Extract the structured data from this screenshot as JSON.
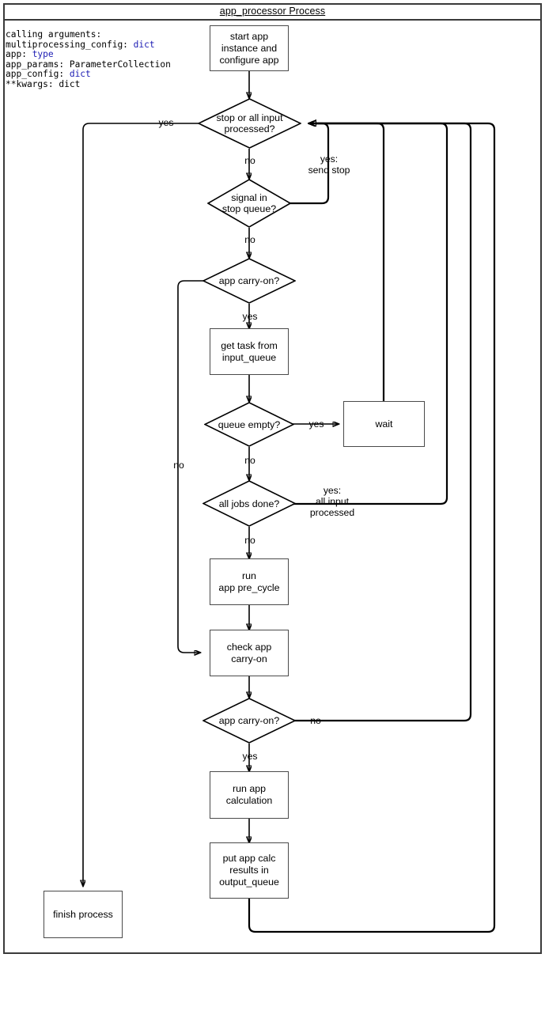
{
  "frame": {
    "title": "app_processor Process"
  },
  "calling_arguments": {
    "heading": "calling arguments:",
    "lines": [
      {
        "name": "multiprocessing_config:",
        "type": "dict",
        "type_highlight": true
      },
      {
        "name": "app:",
        "type": "type",
        "type_highlight": true
      },
      {
        "name": "app_params:",
        "type": "ParameterCollection",
        "type_highlight": false
      },
      {
        "name": "app_config:",
        "type": "dict",
        "type_highlight": true
      },
      {
        "name": "**kwargs:",
        "type": "dict",
        "type_highlight": false
      }
    ]
  },
  "nodes": {
    "start": "start app\ninstance and\nconfigure app",
    "stop_or_all_input": "stop or all input\nprocessed?",
    "signal_in_stop_queue": "signal in\nstop queue?",
    "app_carry_on_1": "app carry-on?",
    "get_task": "get task from\ninput_queue",
    "queue_empty": "queue empty?",
    "wait": "wait",
    "all_jobs_done": "all jobs done?",
    "run_pre_cycle": "run\napp pre_cycle",
    "check_app_carry_on": "check app\ncarry-on",
    "app_carry_on_2": "app carry-on?",
    "run_app_calculation": "run app\ncalculation",
    "put_results": "put app calc\nresults in\noutput_queue",
    "finish": "finish process"
  },
  "edge_labels": {
    "stop_yes": "yes",
    "stop_no": "no",
    "signal_yes_send_stop": "yes:\nsend stop",
    "signal_no": "no",
    "carry_on_1_no": "no",
    "carry_on_1_yes": "yes",
    "queue_empty_yes": "yes",
    "queue_empty_no": "no",
    "all_jobs_yes": "yes:\nall input\nprocessed",
    "all_jobs_no": "no",
    "carry_on_2_no": "no",
    "carry_on_2_yes": "yes"
  },
  "chart_data": {
    "type": "diagram-flowchart",
    "title": "app_processor Process",
    "node_list": [
      {
        "id": "start",
        "shape": "box",
        "label": "start app instance and configure app"
      },
      {
        "id": "stop_or_all_input",
        "shape": "diamond",
        "label": "stop or all input processed?"
      },
      {
        "id": "signal_in_stop_queue",
        "shape": "diamond",
        "label": "signal in stop queue?"
      },
      {
        "id": "app_carry_on_1",
        "shape": "diamond",
        "label": "app carry-on?"
      },
      {
        "id": "get_task",
        "shape": "box",
        "label": "get task from input_queue"
      },
      {
        "id": "queue_empty",
        "shape": "diamond",
        "label": "queue empty?"
      },
      {
        "id": "wait",
        "shape": "box",
        "label": "wait"
      },
      {
        "id": "all_jobs_done",
        "shape": "diamond",
        "label": "all jobs done?"
      },
      {
        "id": "run_pre_cycle",
        "shape": "box",
        "label": "run app pre_cycle"
      },
      {
        "id": "check_app_carry_on",
        "shape": "box",
        "label": "check app carry-on"
      },
      {
        "id": "app_carry_on_2",
        "shape": "diamond",
        "label": "app carry-on?"
      },
      {
        "id": "run_app_calculation",
        "shape": "box",
        "label": "run app calculation"
      },
      {
        "id": "put_results",
        "shape": "box",
        "label": "put app calc results in output_queue"
      },
      {
        "id": "finish",
        "shape": "box",
        "label": "finish process"
      }
    ],
    "edge_list": [
      {
        "from": "start",
        "to": "stop_or_all_input",
        "label": ""
      },
      {
        "from": "stop_or_all_input",
        "to": "finish",
        "label": "yes"
      },
      {
        "from": "stop_or_all_input",
        "to": "signal_in_stop_queue",
        "label": "no"
      },
      {
        "from": "signal_in_stop_queue",
        "to": "stop_or_all_input",
        "label": "yes: send stop"
      },
      {
        "from": "signal_in_stop_queue",
        "to": "app_carry_on_1",
        "label": "no"
      },
      {
        "from": "app_carry_on_1",
        "to": "check_app_carry_on",
        "label": "no"
      },
      {
        "from": "app_carry_on_1",
        "to": "get_task",
        "label": "yes"
      },
      {
        "from": "get_task",
        "to": "queue_empty",
        "label": ""
      },
      {
        "from": "queue_empty",
        "to": "wait",
        "label": "yes"
      },
      {
        "from": "wait",
        "to": "stop_or_all_input",
        "label": ""
      },
      {
        "from": "queue_empty",
        "to": "all_jobs_done",
        "label": "no"
      },
      {
        "from": "all_jobs_done",
        "to": "stop_or_all_input",
        "label": "yes: all input processed"
      },
      {
        "from": "all_jobs_done",
        "to": "run_pre_cycle",
        "label": "no"
      },
      {
        "from": "run_pre_cycle",
        "to": "check_app_carry_on",
        "label": ""
      },
      {
        "from": "check_app_carry_on",
        "to": "app_carry_on_2",
        "label": ""
      },
      {
        "from": "app_carry_on_2",
        "to": "stop_or_all_input",
        "label": "no"
      },
      {
        "from": "app_carry_on_2",
        "to": "run_app_calculation",
        "label": "yes"
      },
      {
        "from": "run_app_calculation",
        "to": "put_results",
        "label": ""
      },
      {
        "from": "put_results",
        "to": "stop_or_all_input",
        "label": ""
      }
    ]
  }
}
